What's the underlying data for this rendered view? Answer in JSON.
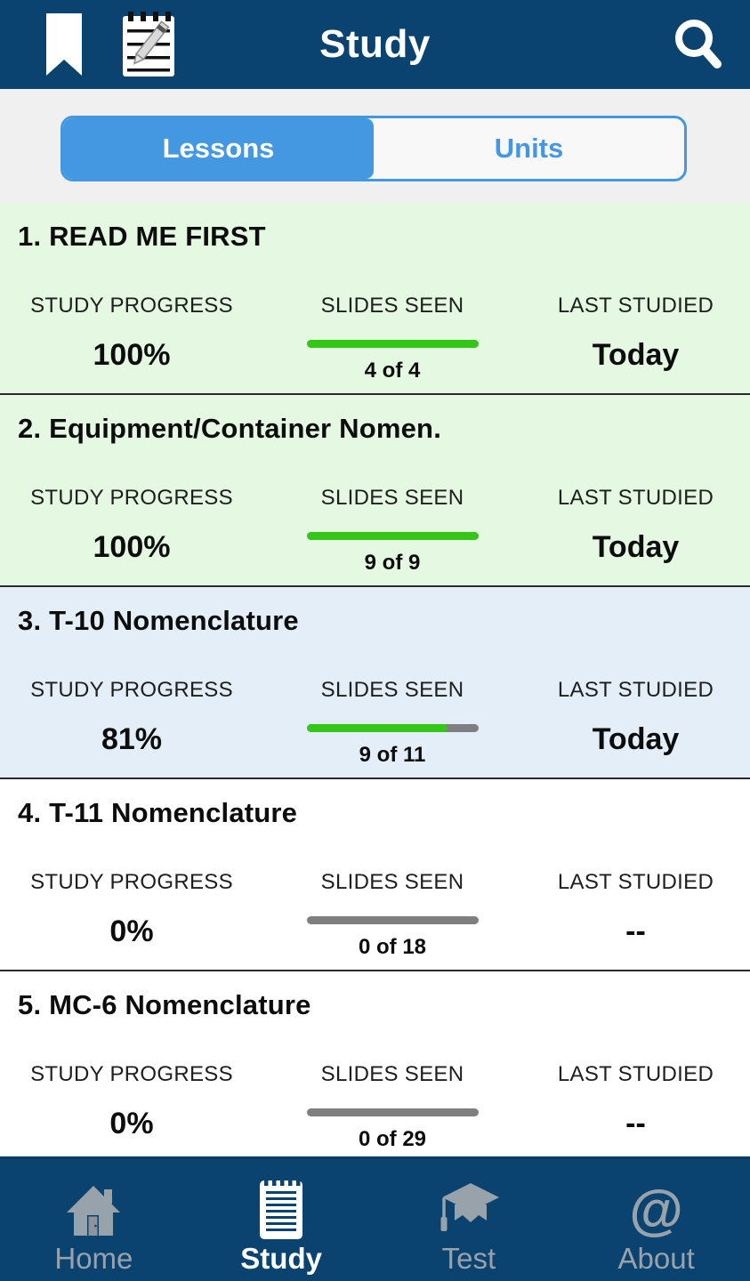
{
  "header": {
    "title": "Study"
  },
  "tabs": {
    "lessons_label": "Lessons",
    "units_label": "Units",
    "active": "Lessons"
  },
  "stat_labels": {
    "study_progress": "STUDY PROGRESS",
    "slides_seen": "SLIDES SEEN",
    "last_studied": "LAST STUDIED"
  },
  "lessons": [
    {
      "title": "1. READ ME FIRST",
      "progress": "100%",
      "progress_pct": 100,
      "slides": "4 of 4",
      "last_studied": "Today",
      "bg": "#e4f8e2"
    },
    {
      "title": "2. Equipment/Container Nomen.",
      "progress": "100%",
      "progress_pct": 100,
      "slides": "9 of 9",
      "last_studied": "Today",
      "bg": "#e4f8e2"
    },
    {
      "title": "3. T-10 Nomenclature",
      "progress": "81%",
      "progress_pct": 82,
      "slides": "9 of 11",
      "last_studied": "Today",
      "bg": "#e3eef8"
    },
    {
      "title": "4. T-11 Nomenclature",
      "progress": "0%",
      "progress_pct": 0,
      "slides": "0 of 18",
      "last_studied": "--",
      "bg": "#ffffff"
    },
    {
      "title": "5. MC-6 Nomenclature",
      "progress": "0%",
      "progress_pct": 0,
      "slides": "0 of 29",
      "last_studied": "--",
      "bg": "#ffffff"
    }
  ],
  "bottom_nav": {
    "items": [
      {
        "label": "Home",
        "icon": "home-icon",
        "active": false
      },
      {
        "label": "Study",
        "icon": "study-notepad-icon",
        "active": true
      },
      {
        "label": "Test",
        "icon": "graduation-cap-icon",
        "active": false
      },
      {
        "label": "About",
        "icon": "at-symbol-icon",
        "active": false
      }
    ],
    "at_glyph": "@"
  },
  "colors": {
    "header_bg": "#0a436f",
    "accent_blue": "#4498e2",
    "progress_green": "#35c718",
    "progress_gray": "#7f7f7f",
    "row_green": "#e4f8e2",
    "row_blue": "#e3eef8",
    "nav_inactive": "#98a2ab",
    "nav_active": "#ffffff"
  }
}
